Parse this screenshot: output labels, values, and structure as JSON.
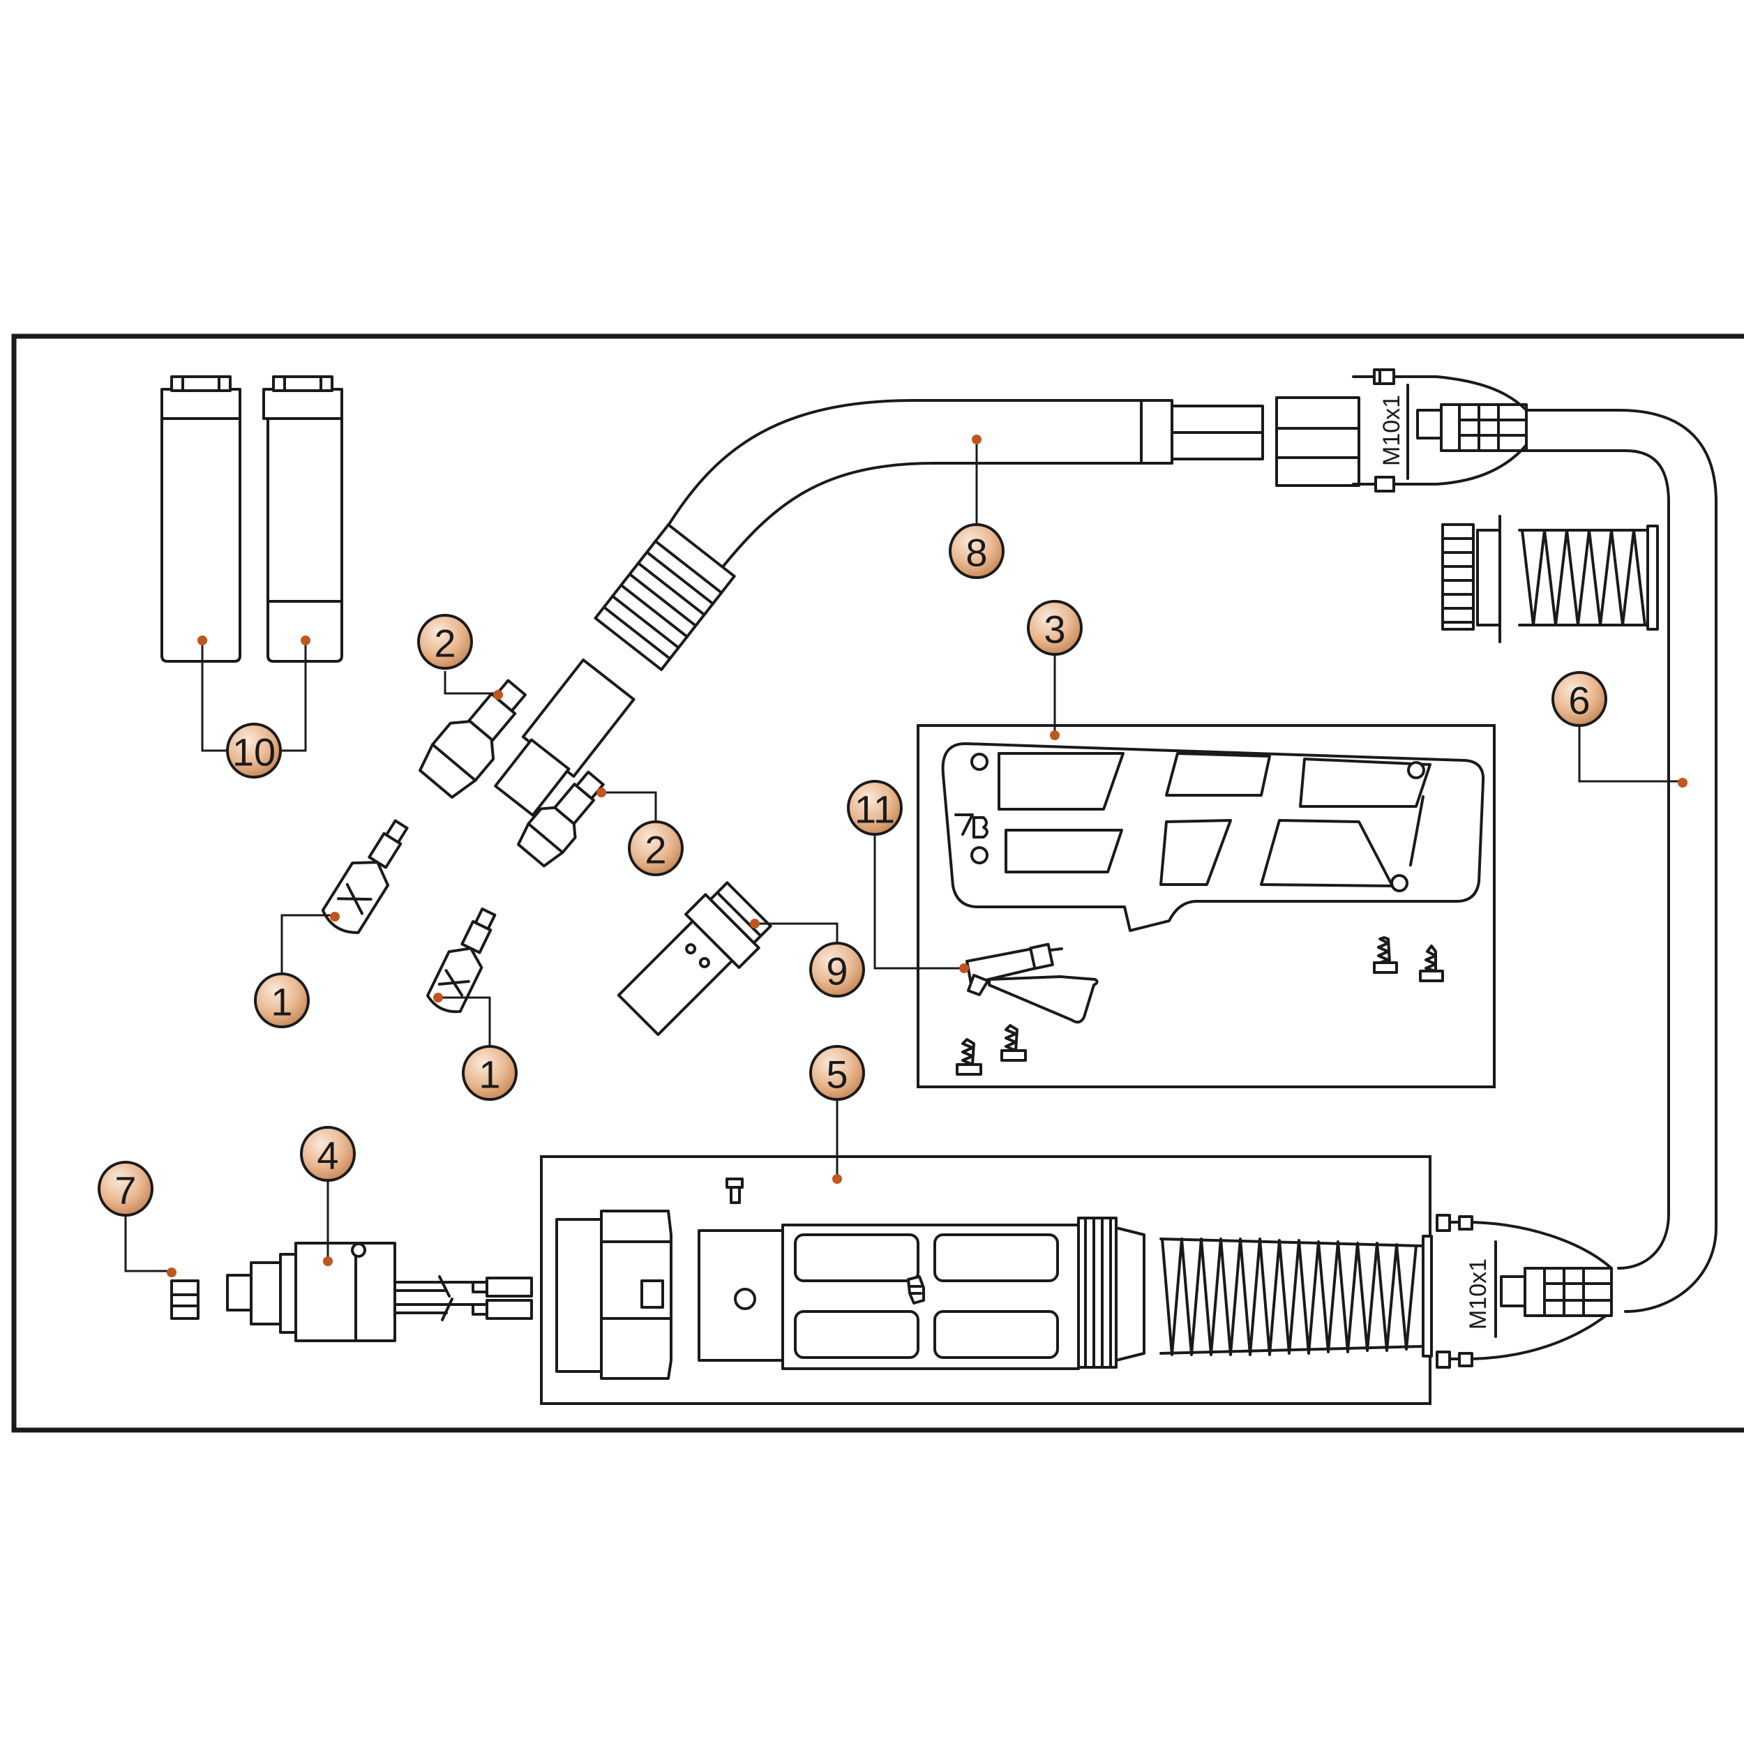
{
  "colors": {
    "callout_fill_light": "#fbe9da",
    "callout_fill_dark": "#c98a5a",
    "leader_dot": "#c0561e",
    "line": "#1a1a1a",
    "background": "#ffffff"
  },
  "callouts": [
    {
      "id": "c10",
      "label": "10"
    },
    {
      "id": "c8",
      "label": "8"
    },
    {
      "id": "c2a",
      "label": "2"
    },
    {
      "id": "c2b",
      "label": "2"
    },
    {
      "id": "c3",
      "label": "3"
    },
    {
      "id": "c6",
      "label": "6"
    },
    {
      "id": "c11",
      "label": "11"
    },
    {
      "id": "c1a",
      "label": "1"
    },
    {
      "id": "c1b",
      "label": "1"
    },
    {
      "id": "c9",
      "label": "9"
    },
    {
      "id": "c5",
      "label": "5"
    },
    {
      "id": "c4",
      "label": "4"
    },
    {
      "id": "c7",
      "label": "7"
    }
  ],
  "thread_specs": {
    "top": "M10x1",
    "bottom": "M10x1"
  },
  "icons": [
    "ratchet-gear-logo-icon",
    "screw-icon",
    "spring-icon"
  ]
}
